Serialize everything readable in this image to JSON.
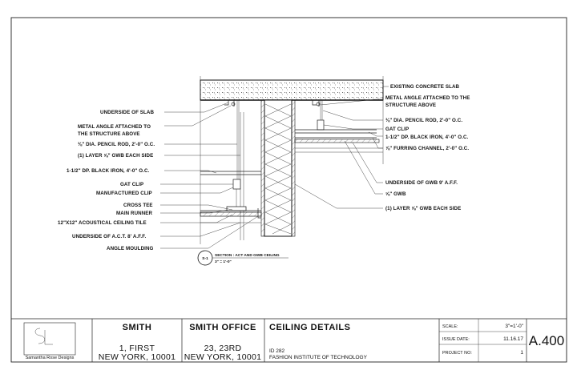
{
  "drawing": {
    "labels_left": [
      "UNDERSIDE OF SLAB",
      "METAL ANGLE ATTACHED TO",
      "THE STRUCTURE ABOVE",
      "⅜\" DIA. PENCIL ROD, 2'-0\" O.C.",
      "(1) LAYER ⅝\" GWB EACH SIDE",
      "1-1/2\" DP. BLACK IRON, 4'-0\" O.C.",
      "GAT CLIP",
      "MANUFACTURED CLIP",
      "CROSS TEE",
      "MAIN RUNNER",
      "12\"X12\" ACOUSTICAL CEILING TILE",
      "UNDERSIDE OF A.C.T. 8' A.F.F.",
      "ANGLE MOULDING"
    ],
    "labels_right": [
      "EXISTING CONCRETE SLAB",
      "METAL ANGLE ATTACHED TO THE",
      "STRUCTURE ABOVE",
      "⅜\" DIA. PENCIL ROD, 2'-0\" O.C.",
      "GAT CLIP",
      "1-1/2\" DP. BLACK IRON, 4'-0\" O.C.",
      "⅞\" FURRING CHANNEL, 2'-0\" O.C.",
      "UNDERSIDE OF GWB 9' A.F.F.",
      "⅝\" GWB",
      "(1) LAYER ⅝\" GWB EACH SIDE"
    ],
    "section_callout": {
      "number": "S-1",
      "title": "SECTION : ACT AND GWB CEILING",
      "scale": "3\" = 1'-0\""
    }
  },
  "title_block": {
    "logo_caption": "Samantha Rose Designs",
    "client_name": "SMITH",
    "client_address_1": "1, FIRST",
    "client_address_2": "NEW YORK, 10001",
    "project_name": "SMITH OFFICE",
    "project_address_1": "23, 23RD",
    "project_address_2": "NEW YORK, 10001",
    "sheet_title": "CEILING DETAILS",
    "course": "ID 282",
    "school": "FASHION INSTITUTE OF TECHNOLOGY",
    "scale_label": "SCALE:",
    "scale_value": "3\"=1'-0\"",
    "issue_label": "ISSUE DATE:",
    "issue_value": "11.16.17",
    "project_no_label": "PROJECT NO:",
    "project_no_value": "1",
    "sheet_number": "A.400"
  }
}
